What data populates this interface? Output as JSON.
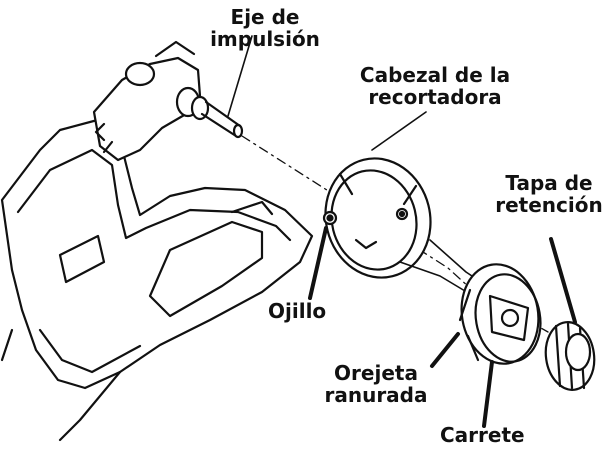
{
  "labels": {
    "drive_shaft": {
      "line1": "Eje de",
      "line2": "impulsión"
    },
    "trimmer_head": {
      "line1": "Cabezal de la",
      "line2": "recortadora"
    },
    "retaining_cap": {
      "line1": "Tapa de",
      "line2": "retención"
    },
    "eyelet": "Ojillo",
    "slotted_tab": {
      "line1": "Orejeta",
      "line2": "ranurada"
    },
    "spool": "Carrete"
  }
}
